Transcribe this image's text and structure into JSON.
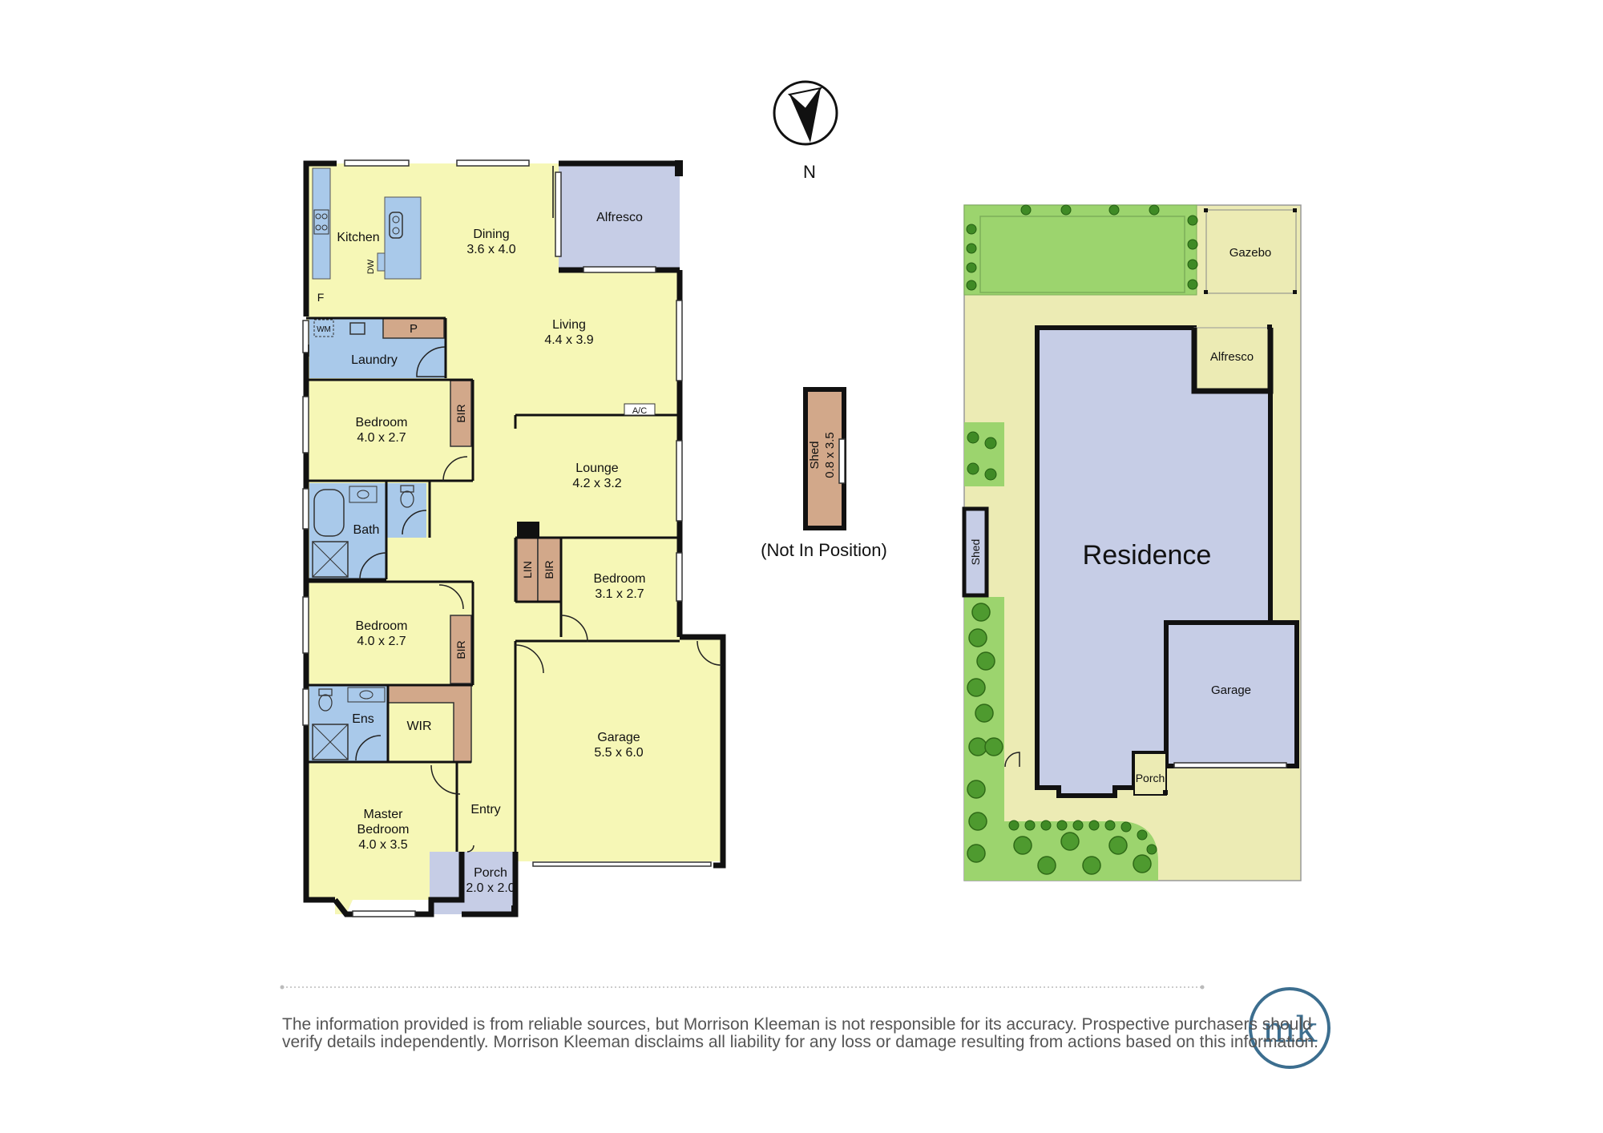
{
  "floorplan": {
    "compass_label": "N",
    "rooms": {
      "kitchen": {
        "name": "Kitchen",
        "dim": ""
      },
      "dishwasher": {
        "name": "DW",
        "dim": ""
      },
      "fridge": {
        "name": "F",
        "dim": ""
      },
      "dining": {
        "name": "Dining",
        "dim": "3.6 x 4.0"
      },
      "alfresco": {
        "name": "Alfresco",
        "dim": ""
      },
      "living": {
        "name": "Living",
        "dim": "4.4 x 3.9"
      },
      "washing_machine": {
        "name": "WM",
        "dim": ""
      },
      "pantry": {
        "name": "P",
        "dim": ""
      },
      "laundry": {
        "name": "Laundry",
        "dim": ""
      },
      "bedroom_1": {
        "name": "Bedroom",
        "dim": "4.0 x 2.7"
      },
      "bir_1": {
        "name": "BIR",
        "dim": ""
      },
      "air_con": {
        "name": "A/C",
        "dim": ""
      },
      "lounge": {
        "name": "Lounge",
        "dim": "4.2 x 3.2"
      },
      "bath": {
        "name": "Bath",
        "dim": ""
      },
      "linen": {
        "name": "LIN",
        "dim": ""
      },
      "bir_3": {
        "name": "BIR",
        "dim": ""
      },
      "bedroom_3": {
        "name": "Bedroom",
        "dim": "3.1 x 2.7"
      },
      "bedroom_2": {
        "name": "Bedroom",
        "dim": "4.0 x 2.7"
      },
      "bir_2": {
        "name": "BIR",
        "dim": ""
      },
      "ensuite": {
        "name": "Ens",
        "dim": ""
      },
      "wir": {
        "name": "WIR",
        "dim": ""
      },
      "garage": {
        "name": "Garage",
        "dim": "5.5 x 6.0"
      },
      "master_bedroom": {
        "name": "Master",
        "name2": "Bedroom",
        "dim": "4.0 x 3.5"
      },
      "entry": {
        "name": "Entry",
        "dim": ""
      },
      "porch": {
        "name": "Porch",
        "dim": "2.0 x 2.0"
      }
    },
    "shed_detail": {
      "name": "Shed",
      "dim": "0.8 x 3.5",
      "note": "(Not In Position)"
    }
  },
  "siteplan": {
    "gazebo": "Gazebo",
    "alfresco": "Alfresco",
    "residence": "Residence",
    "shed": "Shed",
    "garage": "Garage",
    "porch": "Porch"
  },
  "disclaimer": {
    "line1": "The information provided is from reliable sources, but Morrison Kleeman is not responsible for its accuracy. Prospective purchasers should",
    "line2": "verify details independently. Morrison Kleeman disclaims all liability for any loss or damage resulting from actions based on this information."
  },
  "logo": {
    "text": "mk"
  },
  "colors": {
    "living_area": "#f6f7b6",
    "wet_area": "#a9c9ea",
    "outdoor_area": "#c6cde6",
    "joinery": "#d2a88a",
    "lawn": "#9cd46e",
    "yard": "#ecebb4",
    "logo_ring": "#3c6e8f"
  }
}
